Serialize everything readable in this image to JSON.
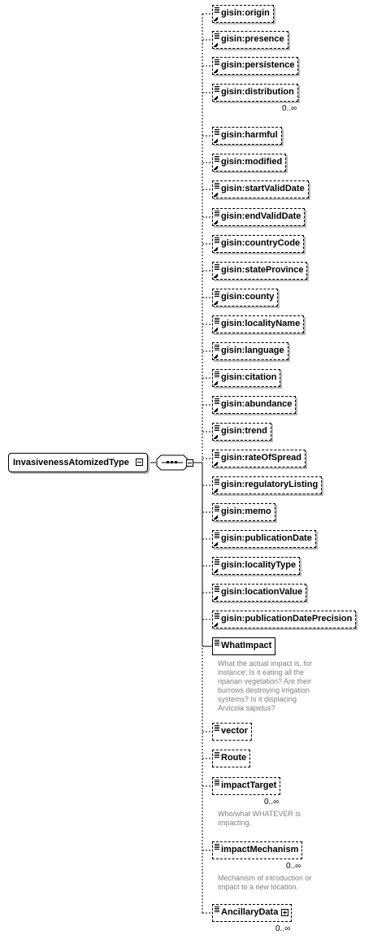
{
  "root": {
    "label": "InvasivenessAtomizedType"
  },
  "elements": [
    {
      "label": "gisin:origin",
      "ref": true,
      "optional": true
    },
    {
      "label": "gisin:presence",
      "ref": true,
      "optional": true
    },
    {
      "label": "gisin:persistence",
      "ref": true,
      "optional": true
    },
    {
      "label": "gisin:distribution",
      "ref": true,
      "optional": true,
      "multiple": true,
      "cardinality": "0..∞"
    },
    {
      "label": "gisin:harmful",
      "ref": true,
      "optional": true
    },
    {
      "label": "gisin:modified",
      "ref": true,
      "optional": true
    },
    {
      "label": "gisin:startValidDate",
      "ref": true,
      "optional": true
    },
    {
      "label": "gisin:endValidDate",
      "ref": true,
      "optional": true
    },
    {
      "label": "gisin:countryCode",
      "ref": true,
      "optional": true
    },
    {
      "label": "gisin:stateProvince",
      "ref": true,
      "optional": true
    },
    {
      "label": "gisin:county",
      "ref": true,
      "optional": true
    },
    {
      "label": "gisin:localityName",
      "ref": true,
      "optional": true
    },
    {
      "label": "gisin:language",
      "ref": true,
      "optional": true
    },
    {
      "label": "gisin:citation",
      "ref": true,
      "optional": true
    },
    {
      "label": "gisin:abundance",
      "ref": true,
      "optional": true
    },
    {
      "label": "gisin:trend",
      "ref": true,
      "optional": true
    },
    {
      "label": "gisin:rateOfSpread",
      "ref": true,
      "optional": true
    },
    {
      "label": "gisin:regulatoryListing",
      "ref": true,
      "optional": true
    },
    {
      "label": "gisin:memo",
      "ref": true,
      "optional": true
    },
    {
      "label": "gisin:publicationDate",
      "ref": true,
      "optional": true
    },
    {
      "label": "gisin:localityType",
      "ref": true,
      "optional": true
    },
    {
      "label": "gisin:locationValue",
      "ref": true,
      "optional": true
    },
    {
      "label": "gisin:publicationDatePrecision",
      "ref": true,
      "optional": true
    },
    {
      "label": "WhatImpact",
      "ref": false,
      "optional": false,
      "doc": "What the actual impact is, for instance: Is it eating all the riparian vegetation? Are their burrows destroying irrigation systems? Is it displacing Arvicola sapidus?"
    },
    {
      "label": "vector",
      "ref": false,
      "optional": true
    },
    {
      "label": "Route",
      "ref": false,
      "optional": true
    },
    {
      "label": "impactTarget",
      "ref": false,
      "optional": true,
      "multiple": true,
      "cardinality": "0..∞",
      "doc": "Who/what WHATEVER is impacting."
    },
    {
      "label": "impactMechanism",
      "ref": false,
      "optional": true,
      "multiple": true,
      "cardinality": "0..∞",
      "doc": "Mechanism of introduction or impact to a new location."
    },
    {
      "label": "AncillaryData",
      "ref": false,
      "optional": true,
      "expandable": true,
      "cardinality": "0..∞"
    }
  ]
}
